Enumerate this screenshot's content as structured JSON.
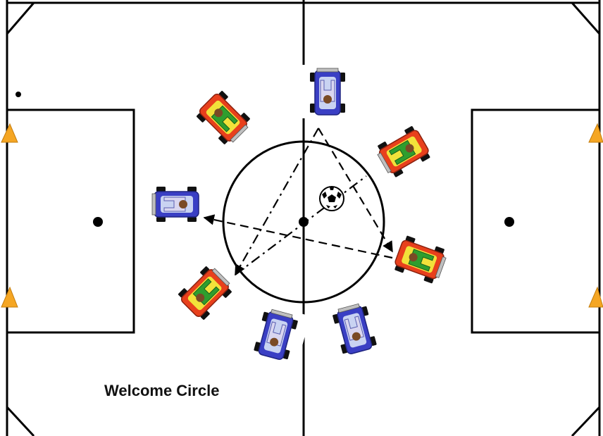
{
  "caption": "Welcome Circle",
  "colors": {
    "line": "#000000",
    "cone": "#f5a623",
    "blue_car": "#3a3fc4",
    "blue_car_inner": "#c9d3f2",
    "red_car": "#e8401c",
    "red_car_inner": "#f2e23a",
    "player_shirt_red_team": "#2e9e2e",
    "player_shirt_blue_team": "#d9d6f0",
    "player_head": "#7a4a25"
  },
  "icons": {
    "cone": "orange-triangle-cone",
    "car": "go-kart-player-topdown",
    "ball": "soccer-ball"
  },
  "players": [
    {
      "team": "red",
      "name": "red-kart-top-left"
    },
    {
      "team": "blue",
      "name": "blue-kart-top"
    },
    {
      "team": "red",
      "name": "red-kart-top-right"
    },
    {
      "team": "blue",
      "name": "blue-kart-left"
    },
    {
      "team": "red",
      "name": "red-kart-right"
    },
    {
      "team": "red",
      "name": "red-kart-bottom-left"
    },
    {
      "team": "blue",
      "name": "blue-kart-bottom-center"
    },
    {
      "team": "blue",
      "name": "blue-kart-bottom-right"
    }
  ],
  "passes": [
    {
      "name": "pass-top-to-bottom-left",
      "style": "dash-dot"
    },
    {
      "name": "pass-top-to-right",
      "style": "dashed"
    },
    {
      "name": "pass-bottom-left-to-top-right",
      "style": "dash-dot"
    },
    {
      "name": "pass-right-to-left",
      "style": "dashed"
    }
  ]
}
